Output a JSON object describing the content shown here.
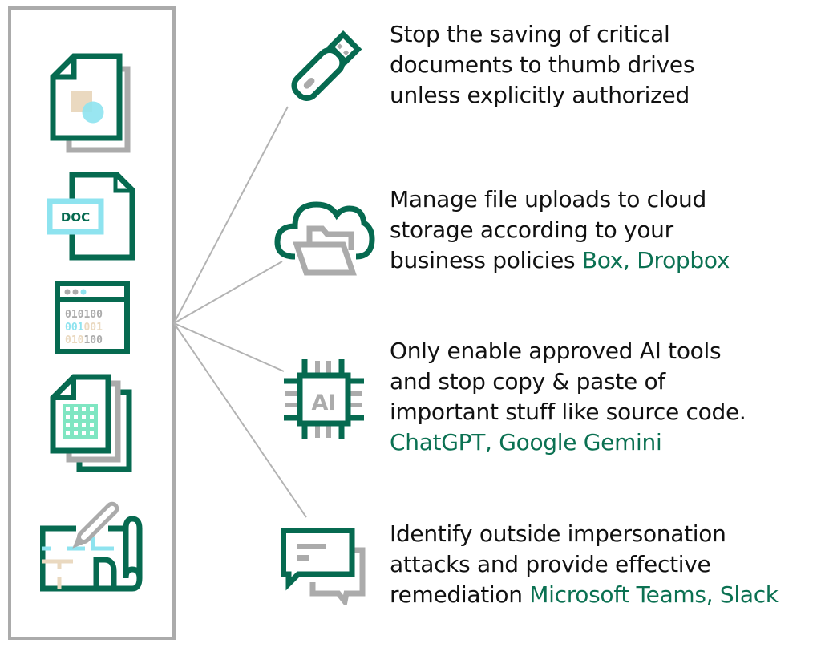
{
  "colors": {
    "primary_green": "#066a50",
    "accent_text_green": "#0b7152",
    "gray": "#ababab",
    "cyan": "#8ee3ef",
    "beige": "#ead9c0",
    "mint": "#7fe6c2",
    "text": "#111111"
  },
  "file_types_panel": {
    "icons": [
      {
        "name": "image-document-icon"
      },
      {
        "name": "doc-file-icon",
        "label": "DOC"
      },
      {
        "name": "binary-code-window-icon",
        "rows": [
          "010100",
          "001001",
          "010100"
        ]
      },
      {
        "name": "spreadsheet-documents-icon"
      },
      {
        "name": "blueprint-drawing-icon"
      }
    ]
  },
  "items": [
    {
      "icon": "usb-thumb-drive-icon",
      "text": "Stop the saving of critical",
      "lines": [
        "Stop the saving of critical",
        "documents to thumb drives",
        "unless explicitly authorized"
      ],
      "accent": ""
    },
    {
      "icon": "cloud-folder-icon",
      "lines": [
        "Manage file uploads to cloud",
        "storage according to your",
        "business policies "
      ],
      "accent": "Box, Dropbox"
    },
    {
      "icon": "ai-chip-icon",
      "chip_label": "AI",
      "lines": [
        "Only enable approved AI tools",
        "and stop copy & paste of",
        "important stuff like source code."
      ],
      "accent": "ChatGPT, Google Gemini"
    },
    {
      "icon": "chat-bubbles-icon",
      "lines": [
        "Identify outside impersonation",
        "attacks and provide effective",
        "remediation "
      ],
      "accent": "Microsoft Teams, Slack"
    }
  ]
}
